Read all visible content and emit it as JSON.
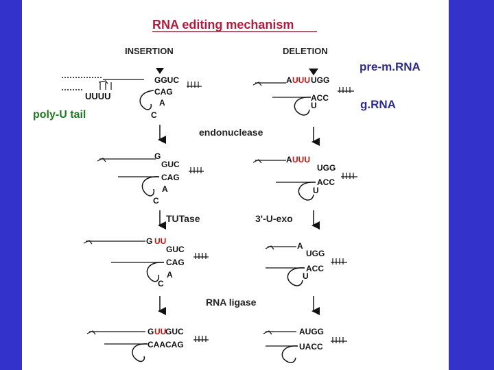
{
  "title": "RNA editing mechanism",
  "columns": {
    "insertion": "INSERTION",
    "deletion": "DELETION"
  },
  "side_labels": {
    "pre_mrna": "pre-m.RNA",
    "grna": "g.RNA",
    "poly_u_tail": "poly-U tail"
  },
  "steps": {
    "endonuclease": "endonuclease",
    "tutase": "TUTase",
    "exo": "3'-U-exo",
    "ligase": "RNA ligase"
  },
  "insertion": {
    "row1": {
      "top": "GGUC",
      "bottom": "CAG",
      "a": "A",
      "c": "C",
      "poly_u": "UUUU"
    },
    "row2": {
      "g": "G",
      "top": "GUC",
      "bottom": "CAG",
      "a": "A",
      "c": "C"
    },
    "row3": {
      "g": "G",
      "uu": "UU",
      "top": "GUC",
      "bottom": "CAG",
      "a": "A",
      "c": "C"
    },
    "row4": {
      "g": "G",
      "uu": "UU",
      "top": "GUC",
      "bottom": "CAACAG"
    }
  },
  "deletion": {
    "row1": {
      "a": "A",
      "uuu": "UUU",
      "top": "UGG",
      "bottom": "ACC",
      "u": "U"
    },
    "row2": {
      "a": "A",
      "uuu": "UUU",
      "top": "UGG",
      "bottom": "ACC",
      "u": "U"
    },
    "row3": {
      "a": "A",
      "top": "UGG",
      "bottom": "ACC",
      "u": "U"
    },
    "row4": {
      "top": "AUGG",
      "bottom": "UACC"
    }
  },
  "colors": {
    "background": "#3333cc",
    "title": "#b01c3c",
    "accent_blue": "#2b2b8f",
    "green": "#1f7a1f",
    "red": "#cc1111"
  }
}
